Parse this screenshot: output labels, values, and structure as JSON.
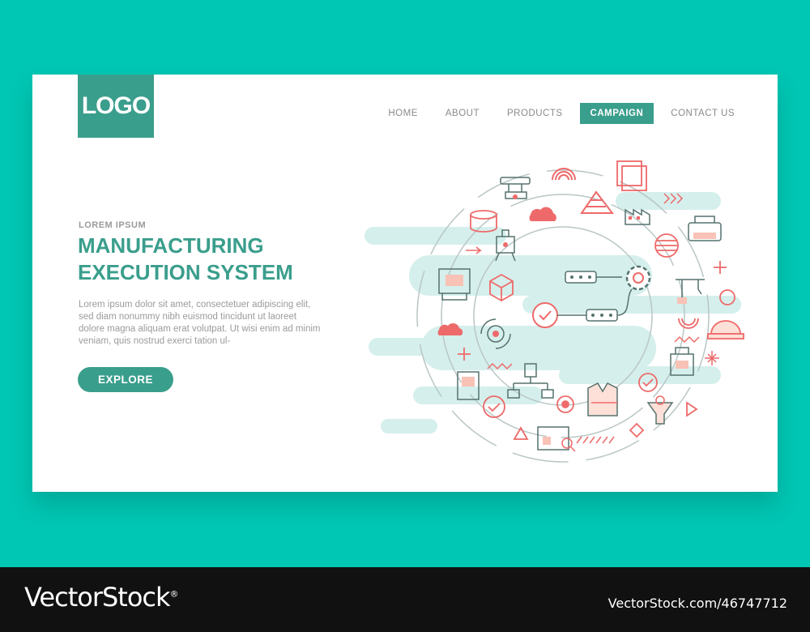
{
  "logo": {
    "text": "LOGO"
  },
  "nav": {
    "items": [
      {
        "label": "HOME",
        "active": false
      },
      {
        "label": "ABOUT",
        "active": false
      },
      {
        "label": "PRODUCTS",
        "active": false
      },
      {
        "label": "CAMPAIGN",
        "active": true
      },
      {
        "label": "CONTACT US",
        "active": false
      }
    ]
  },
  "hero": {
    "eyebrow": "LOREM IPSUM",
    "title_line1": "MANUFACTURING",
    "title_line2": "EXECUTION SYSTEM",
    "body": "Lorem ipsum dolor sit amet, consectetuer adipiscing elit, sed diam nonummy nibh euismod tincidunt ut laoreet dolore magna aliquam erat volutpat. Ut wisi enim ad minim veniam, quis nostrud exerci tation ul-",
    "cta_label": "EXPLORE"
  },
  "watermark": {
    "brand": "VectorStock",
    "id": "VectorStock.com/46747712"
  },
  "colors": {
    "background": "#00c7b4",
    "accent": "#3a9e8c",
    "icon_red": "#ee6a6a",
    "icon_line": "#55726e",
    "blob": "#d5efec"
  },
  "icons": [
    "robot-arm-icon",
    "database-icon",
    "cloud-icon",
    "pyramid-icon",
    "factory-icon",
    "squares-icon",
    "semicircle-icon",
    "arrows-icon",
    "conveyor-icon",
    "gear-icon",
    "cube-icon",
    "check-icon",
    "toolbox-icon",
    "crane-icon",
    "hard-hat-icon",
    "vest-icon",
    "funnel-icon",
    "network-icon",
    "report-icon",
    "plus-icon",
    "target-icon",
    "triangle-icon",
    "diamond-icon"
  ]
}
